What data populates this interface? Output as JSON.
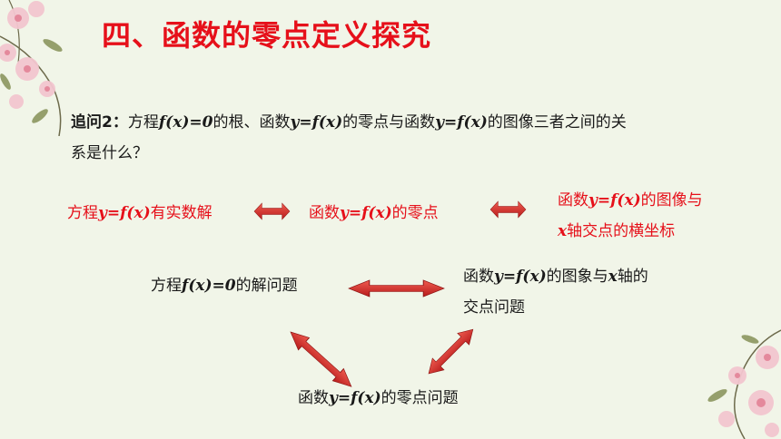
{
  "title": "四、函数的零点定义探究",
  "question": {
    "lead": "追问2：",
    "p1": "方程",
    "m1": "f(x)=0",
    "p2": "的根、函数",
    "m2": "y=f(x)",
    "p3": "的零点与函数",
    "m3": "y=f(x)",
    "p4": "的图像三者之间的关",
    "line2": "系是什么？"
  },
  "row1": {
    "left": {
      "a": "方程",
      "m": "y=f(x)",
      "b": "有实数解"
    },
    "middle": {
      "a": "函数",
      "m": "y=f(x)",
      "b": "的零点"
    },
    "right": {
      "a": "函数",
      "m": "y=f(x)",
      "b": "的图像与",
      "m2": "x",
      "c": "轴交点的横坐标"
    }
  },
  "tri": {
    "left": {
      "a": "方程",
      "m": "f(x)=0",
      "b": "的解问题"
    },
    "right": {
      "a": "函数",
      "m": "y=f(x)",
      "b": "的图象与",
      "m2": "x",
      "c": "轴的",
      "line2": "交点问题"
    },
    "bottom": {
      "a": "函数",
      "m": "y=f(x)",
      "b": "的零点问题"
    }
  },
  "colors": {
    "accent": "#e6101a",
    "arrow": "#d42a2a",
    "background": "#f1f5e8"
  },
  "decorations": {
    "top_left": "blossom-branch-icon",
    "bottom_right": "blossom-branch-icon"
  }
}
